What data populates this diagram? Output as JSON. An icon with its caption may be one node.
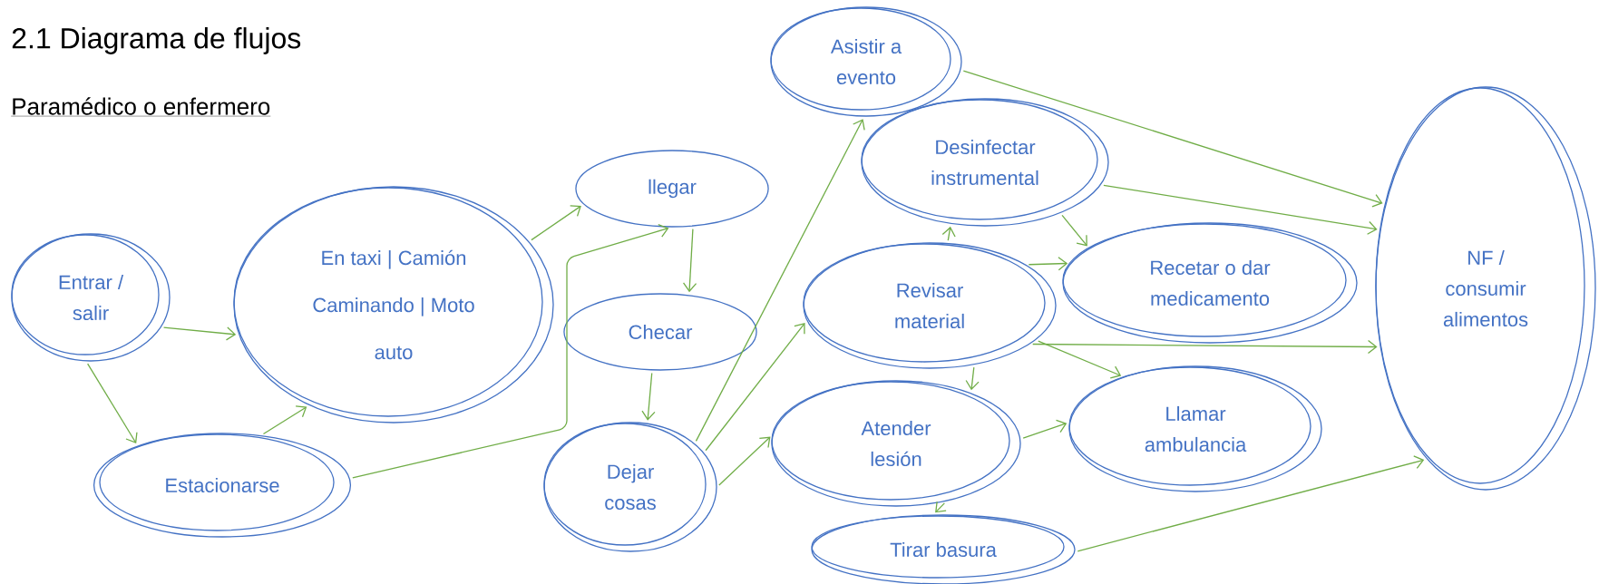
{
  "diagram": {
    "title": "2.1 Diagrama de flujos",
    "nodes": [
      {
        "text": [
          "Entrar / salir"
        ]
      },
      {
        "text": [
          "En taxi | Camión Caminando | Moto auto"
        ]
      },
      {
        "text": [
          "Estacionarse"
        ]
      },
      {
        "text": [
          "llegar"
        ]
      },
      {
        "text": [
          "Checar"
        ]
      },
      {
        "text": [
          "Dejar cosas"
        ]
      },
      {
        "text": [
          "Asistir a evento"
        ]
      },
      {
        "text": [
          "Desinfectar instrumental"
        ]
      },
      {
        "text": [
          "Revisar material"
        ]
      },
      {
        "text": [
          "Recetar o dar medicamento"
        ]
      },
      {
        "text": [
          "Atender lesión"
        ]
      },
      {
        "text": [
          "Llamar ambulancia"
        ]
      },
      {
        "text": [
          "Tirar basura"
        ]
      },
      {
        "text": [
          "NF / consumir alimentos"
        ]
      }
    ],
    "edges": [
      {
        "from": 0,
        "to": 1,
        "arrow": "to"
      },
      {
        "from": 0,
        "to": 2,
        "arrow": "to"
      },
      {
        "from": 2,
        "to": 1,
        "arrow": "to"
      },
      {
        "from": 2,
        "to": 3,
        "arrow": "to"
      },
      {
        "from": 1,
        "to": 3,
        "arrow": "to"
      },
      {
        "from": 3,
        "to": 4,
        "arrow": "to"
      },
      {
        "from": 4,
        "to": 5,
        "arrow": "to"
      },
      {
        "from": 5,
        "to": 6,
        "arrow": "to"
      },
      {
        "from": 5,
        "to": 8,
        "arrow": "to"
      },
      {
        "from": 5,
        "to": 10,
        "arrow": "to"
      },
      {
        "from": 6,
        "to": 13,
        "arrow": "to"
      },
      {
        "from": 7,
        "to": 13,
        "arrow": "to"
      },
      {
        "from": 7,
        "to": 9,
        "arrow": "to"
      },
      {
        "from": 8,
        "to": 7,
        "arrow": "to"
      },
      {
        "from": 8,
        "to": 9,
        "arrow": "to"
      },
      {
        "from": 8,
        "to": 13,
        "arrow": "to"
      },
      {
        "from": 8,
        "to": 11,
        "arrow": "to"
      },
      {
        "from": 8,
        "to": 10,
        "arrow": "to"
      },
      {
        "from": 10,
        "to": 11,
        "arrow": "to"
      },
      {
        "from": 10,
        "to": 12,
        "arrow": "to"
      },
      {
        "from": 12,
        "to": 13,
        "arrow": "to"
      }
    ],
    "labels": [
      "Paramédico o enfermero"
    ]
  }
}
